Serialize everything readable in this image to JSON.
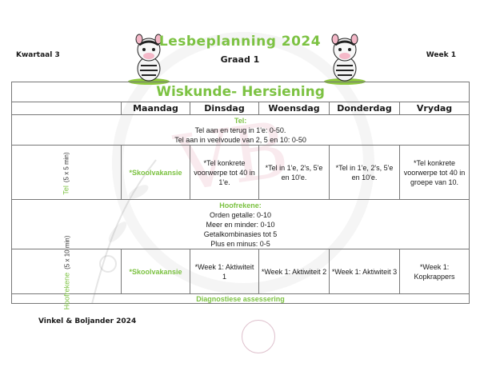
{
  "header": {
    "title": "Lesbeplanning 2024",
    "grade": "Graad 1",
    "term": "Kwartaal 3",
    "week": "Week 1"
  },
  "footer": {
    "credit": "Vinkel & Boljander 2024"
  },
  "table": {
    "subject": "Wiskunde- Hersiening",
    "days": [
      "Maandag",
      "Dinsdag",
      "Woensdag",
      "Donderdag",
      "Vrydag"
    ],
    "sections": [
      {
        "heading": "Tel:",
        "lines": [
          "Tel aan en terug in 1'e: 0-50.",
          "Tel aan in veelvoude van 2, 5 en 10: 0-50"
        ],
        "side_label": "Tel",
        "side_sub": "(5 x 5 min)",
        "cells": [
          "*Skoolvakansie",
          "*Tel konkrete voorwerpe tot 40 in 1'e.",
          "*Tel in 1'e, 2's, 5'e en 10'e.",
          "*Tel in 1'e, 2's, 5'e en 10'e.",
          "*Tel konkrete voorwerpe tot 40 in groepe van 10."
        ]
      },
      {
        "heading": "Hoofrekene:",
        "lines": [
          "Orden getalle: 0-10",
          "Meer en minder: 0-10",
          "Getalkombinasies tot 5",
          "Plus en minus: 0-5"
        ],
        "side_label": "Hoofrekene",
        "side_sub": "(5 x 10 min)",
        "cells": [
          "*Skoolvakansie",
          "*Week 1: Aktiwiteit 1",
          "*Week 1: Aktiwiteit 2",
          "*Week 1: Aktiwiteit 3",
          "*Week 1: Kopkrappers"
        ]
      }
    ],
    "diagnostic": "Diagnostiese assessering"
  },
  "colors": {
    "accent_green": "#7cc242",
    "grid": "#777777",
    "watermark_pink": "#dc8ca0"
  },
  "icons": [
    "zebra-mascot-left",
    "zebra-mascot-right"
  ]
}
